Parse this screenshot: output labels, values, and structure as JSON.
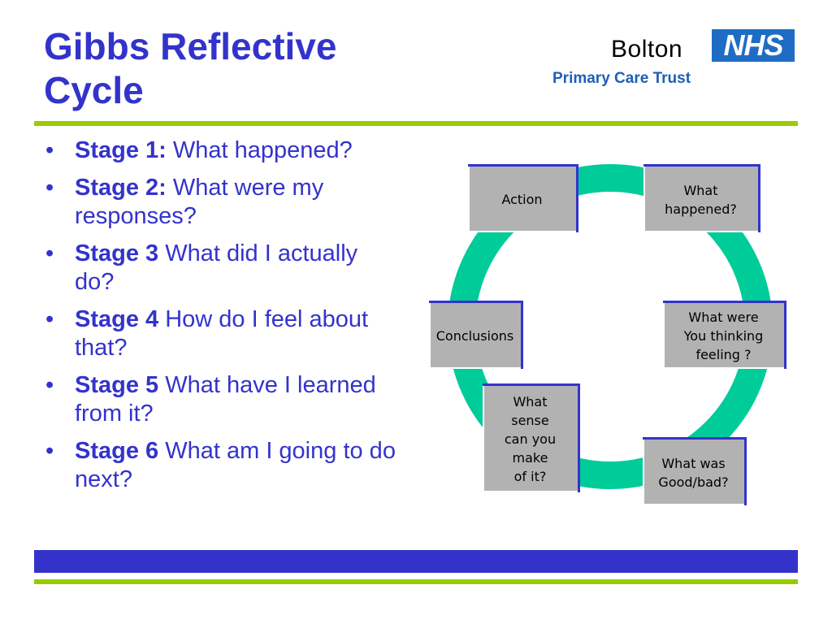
{
  "slide": {
    "title": "Gibbs Reflective Cycle"
  },
  "logo": {
    "place": "Bolton",
    "nhs": "NHS",
    "trust": "Primary Care Trust"
  },
  "stages": [
    {
      "label": "Stage 1:",
      "text": " What happened?"
    },
    {
      "label": "Stage 2:",
      "text": " What were my responses?"
    },
    {
      "label": "Stage 3",
      "text": " What did I actually do?"
    },
    {
      "label": "Stage 4",
      "text": " How do I feel about that?"
    },
    {
      "label": "Stage 5",
      "text": " What have I learned from it?"
    },
    {
      "label": "Stage 6",
      "text": " What am I going to do next?"
    }
  ],
  "cycle": {
    "ring_color": "#00cc99",
    "node_fill": "#b2b2b2",
    "node_border": "#3333cc",
    "nodes": {
      "action": "Action",
      "what_happened": "What\nhappened?",
      "conclusions": "Conclusions",
      "thinking": "What were\nYou thinking\nfeeling ?",
      "sense": "What\nsense\ncan you\nmake\nof it?",
      "good_bad": "What was\nGood/bad?"
    }
  },
  "colors": {
    "title": "#3333cc",
    "accent_green": "#99cc00",
    "band_blue": "#3333cc",
    "nhs_blue": "#1f6cc4"
  }
}
